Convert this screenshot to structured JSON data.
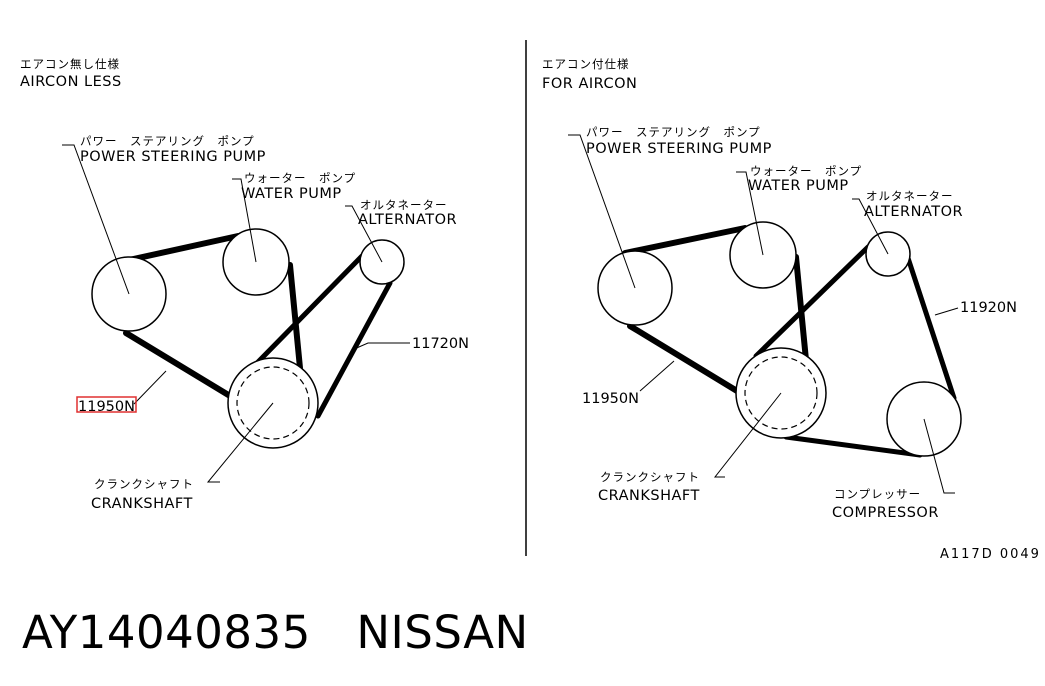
{
  "left_panel": {
    "title_jp": "エアコン無し仕様",
    "title_en": "AIRCON LESS",
    "power_steering_jp": "パワー　ステアリング　ポンプ",
    "power_steering_en": "POWER STEERING PUMP",
    "water_pump_jp": "ウォーター　ポンプ",
    "water_pump_en": "WATER PUMP",
    "alternator_jp": "オルタネーター",
    "alternator_en": "ALTERNATOR",
    "belt_a": "11720N",
    "belt_b": "11950N",
    "crankshaft_jp": "クランクシャフト",
    "crankshaft_en": "CRANKSHAFT"
  },
  "right_panel": {
    "title_jp": "エアコン付仕様",
    "title_en": "FOR AIRCON",
    "power_steering_jp": "パワー　ステアリング　ポンプ",
    "power_steering_en": "POWER STEERING PUMP",
    "water_pump_jp": "ウォーター　ポンプ",
    "water_pump_en": "WATER PUMP",
    "alternator_jp": "オルタネーター",
    "alternator_en": "ALTERNATOR",
    "belt_a": "11920N",
    "belt_b": "11950N",
    "crankshaft_jp": "クランクシャフト",
    "crankshaft_en": "CRANKSHAFT",
    "compressor_jp": "コンプレッサー",
    "compressor_en": "COMPRESSOR"
  },
  "figure_code": "A117D 0049",
  "footer_text": "AY14040835　NISSAN",
  "colors": {
    "highlight": "#e03030",
    "ink": "#000000"
  }
}
